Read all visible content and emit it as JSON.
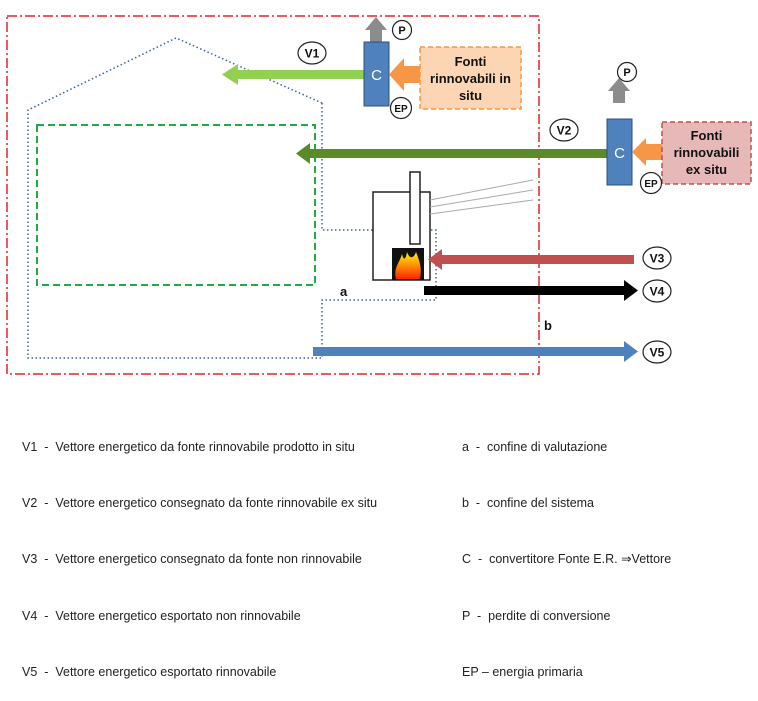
{
  "vectors": {
    "v1": "V1",
    "v2": "V2",
    "v3": "V3",
    "v4": "V4",
    "v5": "V5"
  },
  "boundary_labels": {
    "a": "a",
    "b": "b"
  },
  "converter_label": "C",
  "losses_label": "P",
  "primary_energy_label": "EP",
  "sources": {
    "in_situ": [
      "Fonti",
      "rinnovabili in",
      "situ"
    ],
    "ex_situ": [
      "Fonti",
      "rinnovabili",
      "ex situ"
    ]
  },
  "legend_left": [
    "V1  -  Vettore energetico da fonte rinnovabile prodotto in situ",
    "V2  -  Vettore energetico consegnato da fonte rinnovabile ex situ",
    "V3  -  Vettore energetico consegnato da fonte non rinnovabile",
    "V4  -  Vettore energetico esportato non rinnovabile",
    "V5  -  Vettore energetico esportato rinnovabile"
  ],
  "legend_right": [
    "a  -  confine di valutazione",
    "b  -  confine del sistema",
    "C  -  convertitore Fonte E.R. ⇒Vettore",
    "P  -  perdite di conversione",
    "EP – energia primaria"
  ],
  "colors": {
    "system_boundary": "#e8202a",
    "inner_boundary": "#22aa44",
    "evaluation_boundary": "#3a5fa8",
    "v1_arrow": "#92d050",
    "v2_arrow": "#5a8a2a",
    "v3_arrow": "#c0504d",
    "v4_arrow": "#000000",
    "v5_arrow": "#4f81bd",
    "converter": "#4f81bd",
    "source_arrow": "#f79646",
    "in_situ_box": "#fcd5b4",
    "ex_situ_box": "#e6b9b8",
    "loss_arrow": "#8c8c8c"
  }
}
